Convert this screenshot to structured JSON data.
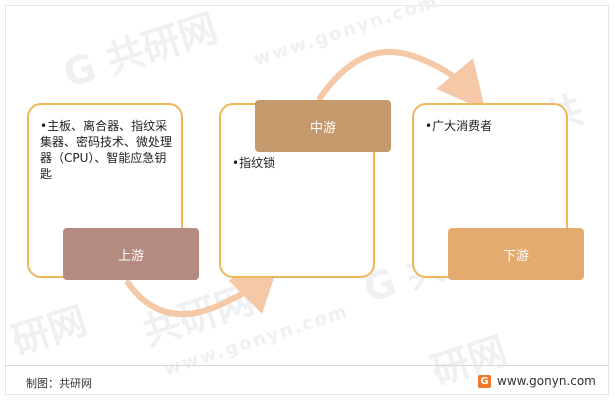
{
  "colors": {
    "card_border": "#f0b65a",
    "arrow": "#f5c9a8",
    "upstream": "#b58a80",
    "midstream": "#c49a6c",
    "downstream": "#e5ab6e"
  },
  "upstream": {
    "text": "•主板、离合器、指纹采集器、密码技术、微处理器（CPU）、智能应急钥匙",
    "label": "上游"
  },
  "midstream": {
    "text": "•指纹锁",
    "label": "中游"
  },
  "downstream": {
    "text": "•广大消费者",
    "label": "下游"
  },
  "footer": {
    "source": "制图：共研网",
    "brand": "www.gonyn.com",
    "logo_icon": "gonyn-logo-icon"
  }
}
